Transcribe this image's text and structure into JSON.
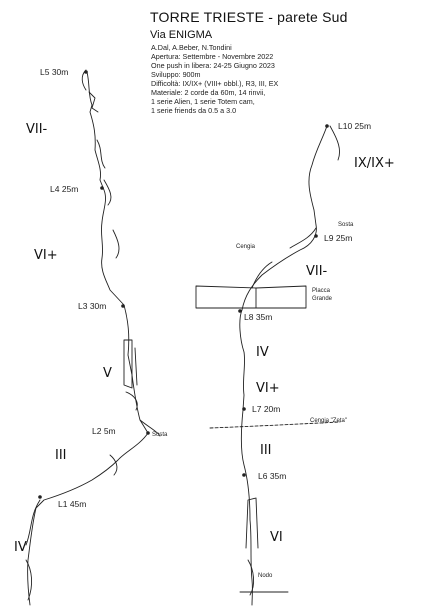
{
  "header": {
    "title": "TORRE TRIESTE - parete Sud",
    "route": "Via ENIGMA",
    "info_lines": [
      "A.Dal, A.Beber, N.Tondini",
      "Apertura: Settembre - Novembre 2022",
      "One push in libera: 24-25 Giugno 2023",
      "Sviluppo: 900m",
      "Difficoltà: IX/IX+ (VIII+ obbl.), R3, III, EX",
      "Materiale: 2 corde da 60m, 14 rinvii,",
      "1 serie Alien, 1 serie Totem cam,",
      "1 serie friends da 0.5 a 3.0"
    ]
  },
  "left_topo": {
    "pitches": [
      "L5 30m",
      "L4 25m",
      "L3 30m",
      "L2 5m",
      "L1 45m"
    ],
    "grades": [
      "VII-",
      "VI+",
      "V",
      "III",
      "IV"
    ],
    "notes": [
      "Sosta"
    ]
  },
  "right_topo": {
    "pitches": [
      "L10 25m",
      "L9 25m",
      "L8 35m",
      "L7 20m",
      "L6 35m"
    ],
    "grades": [
      "IX/IX+",
      "VII-",
      "IV",
      "VI+",
      "III",
      "VI"
    ],
    "notes": [
      "Sosta",
      "Cengia \"Zeta\"",
      "Placca",
      "Grande"
    ],
    "labels": [
      "Cengia",
      "Nodo"
    ]
  },
  "colors": {
    "ink": "#222222",
    "paper": "#ffffff"
  }
}
